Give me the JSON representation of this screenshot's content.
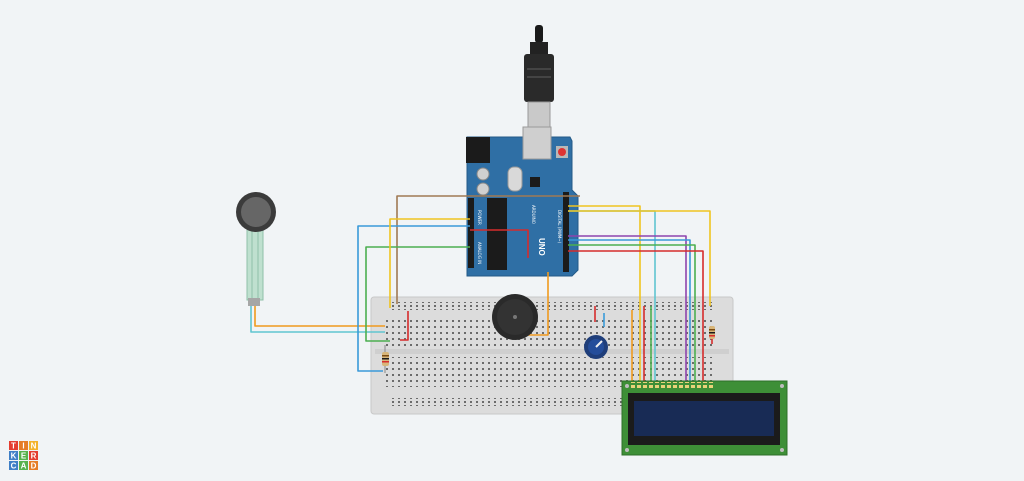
{
  "app": {
    "logo_letters": [
      "T",
      "I",
      "N",
      "K",
      "E",
      "R",
      "C",
      "A",
      "D"
    ],
    "logo_colors": [
      "#e43d30",
      "#e57d26",
      "#f3b22a",
      "#3f7fc6",
      "#58b24d",
      "#e43d30",
      "#3f7fc6",
      "#58b24d",
      "#e57d26"
    ]
  },
  "arduino": {
    "board_name": "UNO",
    "brand": "ARDUINO",
    "label_digital": "DIGITAL (PWM~)",
    "label_analog": "ANALOG IN",
    "label_power": "POWER"
  },
  "colors": {
    "board": "#2f6fa5",
    "breadboard": "#dcdcdc",
    "lcd_body": "#3e8f37",
    "lcd_screen": "#182b55",
    "wire_orange": "#f09a1e",
    "wire_yellow": "#f0c420",
    "wire_brown": "#a07a54",
    "wire_teal": "#60c5d0",
    "wire_blue": "#3a9ad9",
    "wire_green": "#4caf50",
    "wire_red": "#d62c2c",
    "wire_purple": "#8e44ad"
  }
}
